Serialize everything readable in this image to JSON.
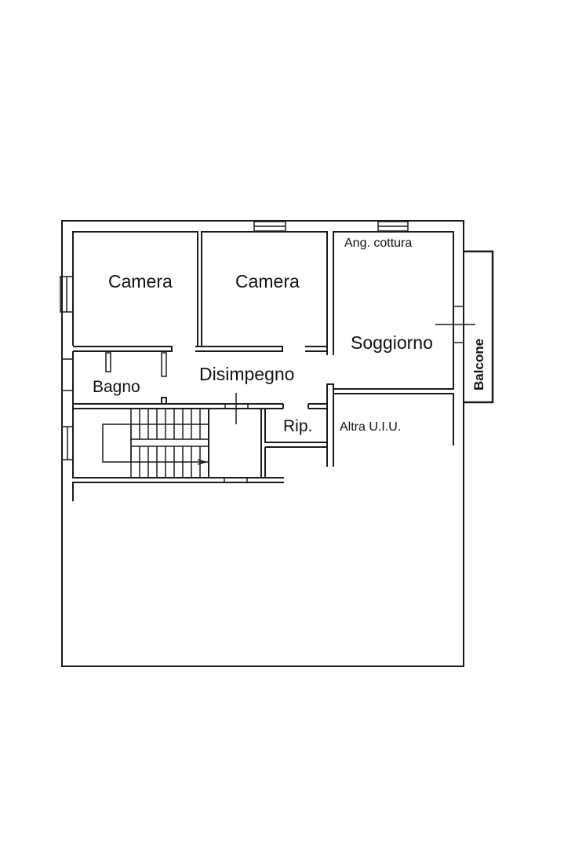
{
  "floor_plan": {
    "rooms": [
      {
        "id": "camera-1",
        "label": "Camera"
      },
      {
        "id": "camera-2",
        "label": "Camera"
      },
      {
        "id": "ang-cottura",
        "label": "Ang. cottura"
      },
      {
        "id": "soggiorno",
        "label": "Soggiorno"
      },
      {
        "id": "balcone",
        "label": "Balcone"
      },
      {
        "id": "bagno",
        "label": "Bagno"
      },
      {
        "id": "disimpegno",
        "label": "Disimpegno"
      },
      {
        "id": "ripostiglio",
        "label": "Rip."
      },
      {
        "id": "altra-uiu",
        "label": "Altra U.I.U."
      }
    ],
    "colors": {
      "line": "#1a1a1a",
      "background": "#ffffff"
    }
  }
}
